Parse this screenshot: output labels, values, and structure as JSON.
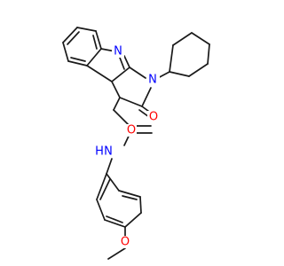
{
  "molecule": {
    "atoms": {
      "n_imine": {
        "label": "N",
        "color": "#0000ff"
      },
      "n_cyclohexyl": {
        "label": "N",
        "color": "#0000ff"
      },
      "o_ketone": {
        "label": "O",
        "color": "#ff0000"
      },
      "o_amide": {
        "label": "O",
        "color": "#ff0000"
      },
      "nh_amide": {
        "label": "H",
        "color": "#0000ff"
      },
      "n_amide": {
        "label": "N",
        "color": "#0000ff"
      },
      "o_methoxy": {
        "label": "O",
        "color": "#ff0000"
      }
    },
    "colors": {
      "bond": "#1a1a1a",
      "nitrogen": "#0000ff",
      "oxygen": "#ff0000"
    }
  }
}
